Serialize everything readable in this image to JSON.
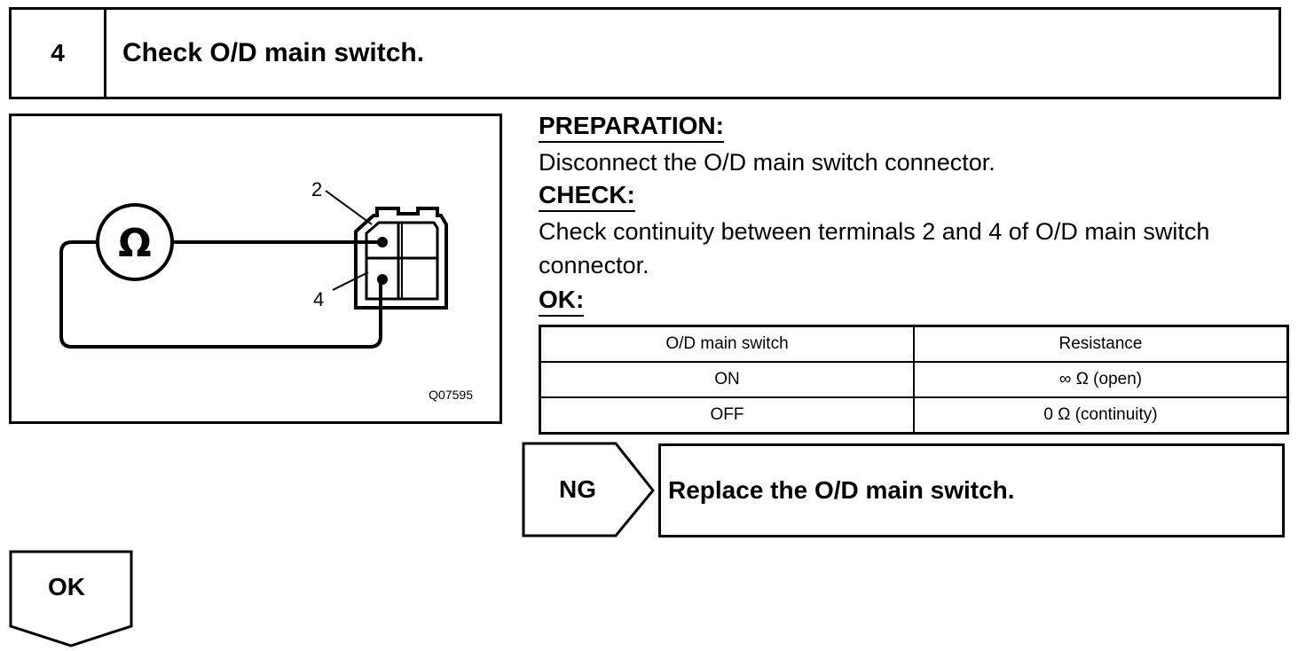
{
  "step": {
    "number": "4",
    "title": "Check O/D main switch."
  },
  "figure": {
    "code": "Q07595",
    "terminal_labels": [
      "2",
      "4"
    ],
    "meter_symbol": "Ω"
  },
  "preparation": {
    "heading": "PREPARATION:",
    "text": "Disconnect the O/D main switch connector."
  },
  "check": {
    "heading": "CHECK:",
    "line1": "Check continuity between terminals 2 and 4 of O/D main switch",
    "line2": "connector."
  },
  "ok_spec": {
    "heading": "OK:",
    "columns": [
      "O/D main switch",
      "Resistance"
    ],
    "rows": [
      [
        "ON",
        "∞ Ω (open)"
      ],
      [
        "OFF",
        "0 Ω (continuity)"
      ]
    ]
  },
  "ng": {
    "label": "NG",
    "result": "Replace the O/D main switch."
  },
  "ok_branch": {
    "label": "OK"
  }
}
